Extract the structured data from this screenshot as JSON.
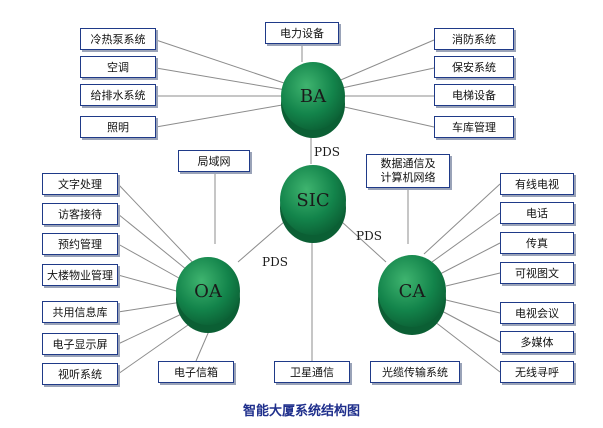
{
  "hubs": {
    "ba": "BA",
    "sic": "SIC",
    "oa": "OA",
    "ca": "CA"
  },
  "links": {
    "ba_sic": "PDS",
    "sic_oa": "PDS",
    "sic_ca": "PDS"
  },
  "ba_nodes": {
    "left": [
      "冷热泵系统",
      "空调",
      "给排水系统",
      "照明"
    ],
    "top": "电力设备",
    "right": [
      "消防系统",
      "保安系统",
      "电梯设备",
      "车库管理"
    ]
  },
  "sic_nodes": {
    "lan": "局域网",
    "data_comm_line1": "数据通信及",
    "data_comm_line2": "计算机网络",
    "satellite": "卫星通信",
    "cable": "光缆传输系统"
  },
  "oa_nodes": {
    "left": [
      "文字处理",
      "访客接待",
      "预约管理",
      "大楼物业管理",
      "共用信息库",
      "电子显示屏",
      "视听系统"
    ],
    "bottom": "电子信箱"
  },
  "ca_nodes": {
    "right": [
      "有线电视",
      "电话",
      "传真",
      "可视图文",
      "电视会议",
      "多媒体",
      "无线寻呼"
    ]
  },
  "caption": "智能大厦系统结构图",
  "colors": {
    "hub_fill": "#13844b",
    "hub_dark": "#0b5f34",
    "hub_light": "#3fb46f",
    "box_border": "#1f3a88",
    "line": "#8c8c8c",
    "caption": "#1f2f8c"
  }
}
